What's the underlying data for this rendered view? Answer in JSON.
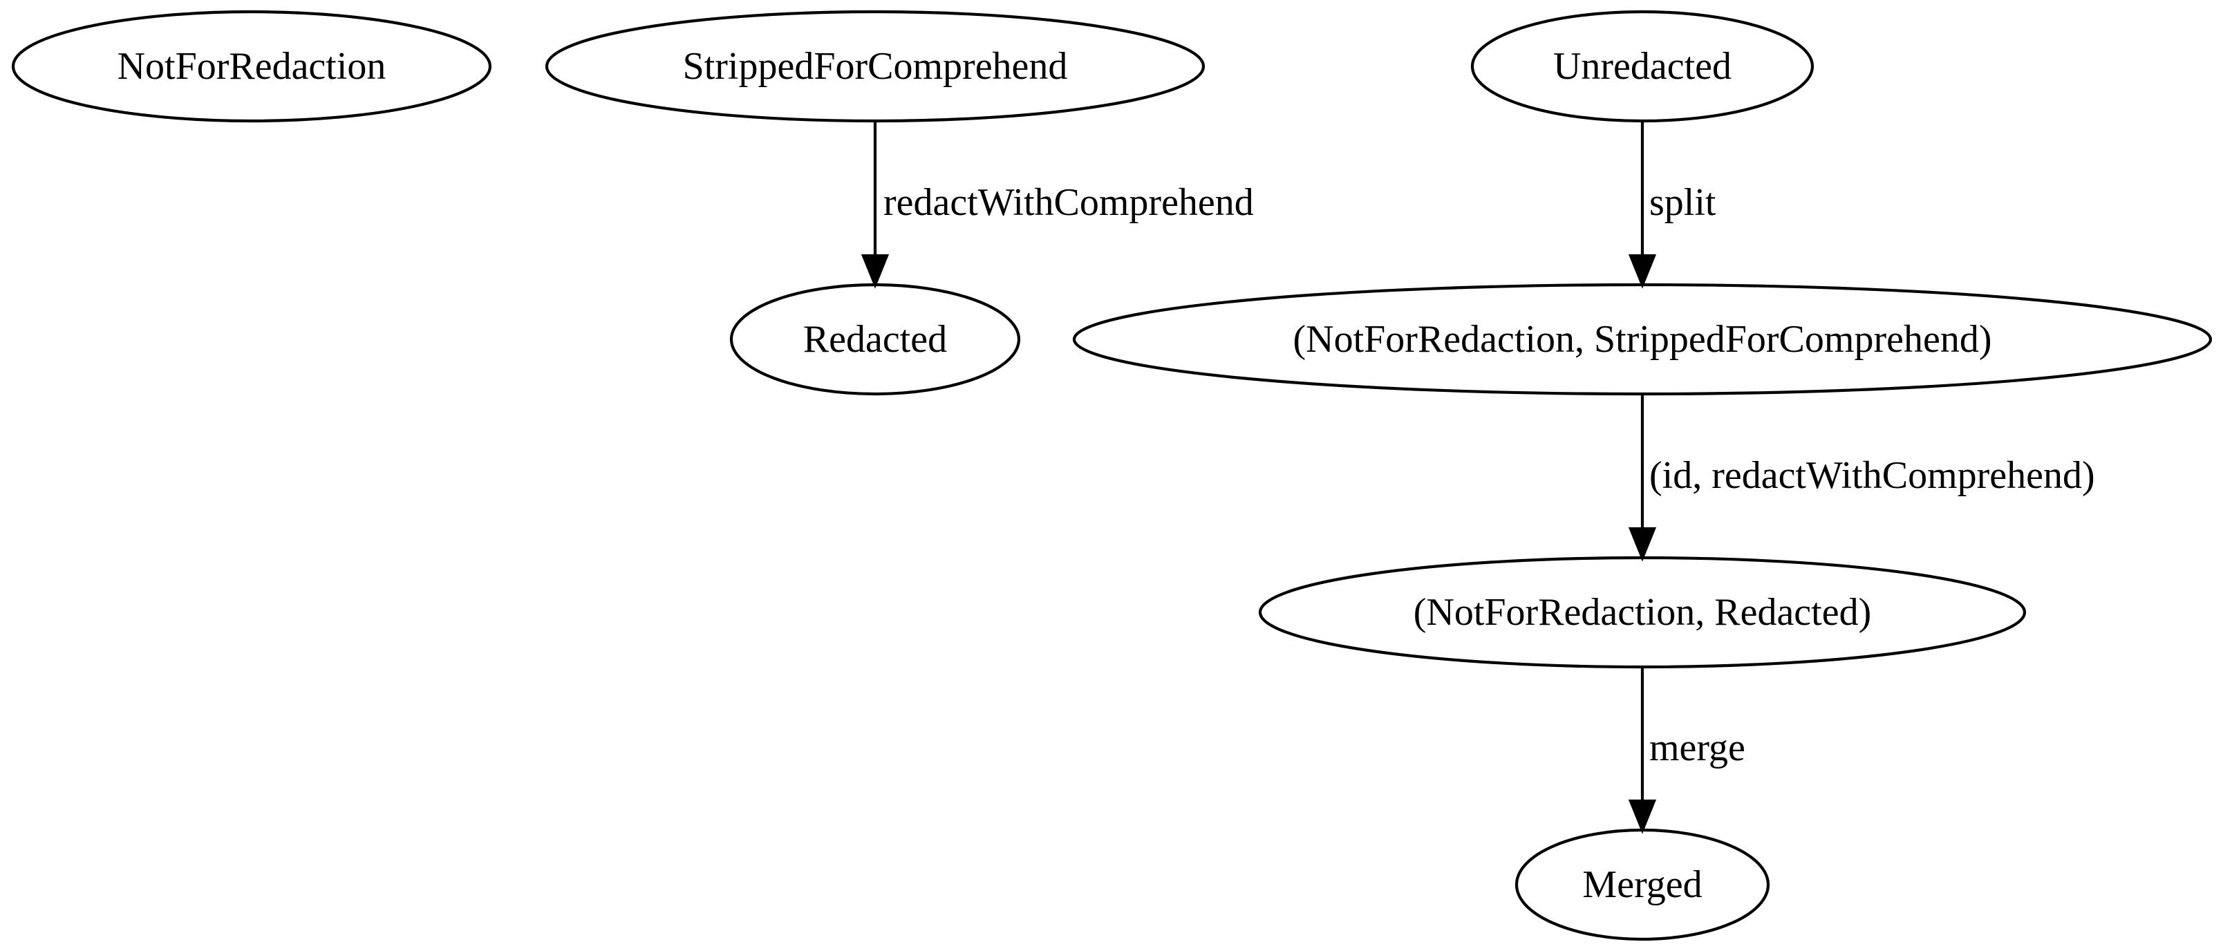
{
  "graph": {
    "nodes": {
      "not_for_redaction": "NotForRedaction",
      "stripped_for_comprehend": "StrippedForComprehend",
      "unredacted": "Unredacted",
      "redacted": "Redacted",
      "tuple_stripped": "(NotForRedaction, StrippedForComprehend)",
      "tuple_redacted": "(NotForRedaction, Redacted)",
      "merged": "Merged"
    },
    "edges": {
      "redact_with_comprehend": "redactWithComprehend",
      "split": "split",
      "id_redact": "(id, redactWithComprehend)",
      "merge": "merge"
    },
    "connections": [
      {
        "from": "stripped_for_comprehend",
        "to": "redacted",
        "label": "redact_with_comprehend"
      },
      {
        "from": "unredacted",
        "to": "tuple_stripped",
        "label": "split"
      },
      {
        "from": "tuple_stripped",
        "to": "tuple_redacted",
        "label": "id_redact"
      },
      {
        "from": "tuple_redacted",
        "to": "merged",
        "label": "merge"
      }
    ]
  }
}
